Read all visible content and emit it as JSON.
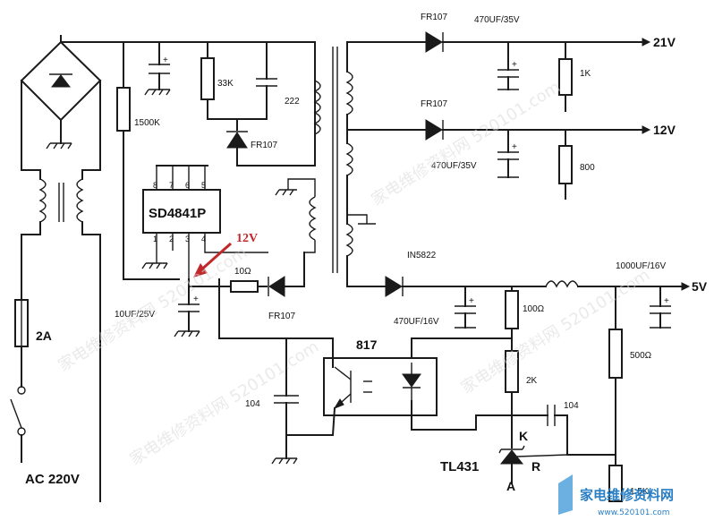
{
  "labels": {
    "fuse": "2A",
    "ac_in": "AC 220V",
    "r_start": "1500K",
    "r_snub": "33K",
    "c_snub": "222",
    "d_snub": "FR107",
    "ic": "SD4841P",
    "pins_top": [
      "8",
      "7",
      "6",
      "5"
    ],
    "pins_bottom": [
      "1",
      "2",
      "3",
      "4"
    ],
    "c_vcc": "10UF/25V",
    "r_vcc": "10Ω",
    "d_vcc": "FR107",
    "annot_12v": "12V",
    "opto": "817",
    "c_opto": "104",
    "d21": "FR107",
    "c21": "470UF/35V",
    "r21": "1K",
    "out21": "21V",
    "d12": "FR107",
    "c12": "470UF/35V",
    "r12": "800",
    "out12": "12V",
    "d5": "IN5822",
    "c5a": "470UF/16V",
    "c5b": "1000UF/16V",
    "out5": "5V",
    "r100": "100Ω",
    "r500": "500Ω",
    "r2k": "2K",
    "c_fb": "104",
    "tl431": "TL431",
    "pin_k": "K",
    "pin_r": "R",
    "pin_a": "A",
    "r_bot": "1.5K"
  },
  "watermark": {
    "text": "家电维修资料网 520101.com",
    "logo_cn": "家电维修资料网",
    "logo_url": "www.520101.com"
  }
}
